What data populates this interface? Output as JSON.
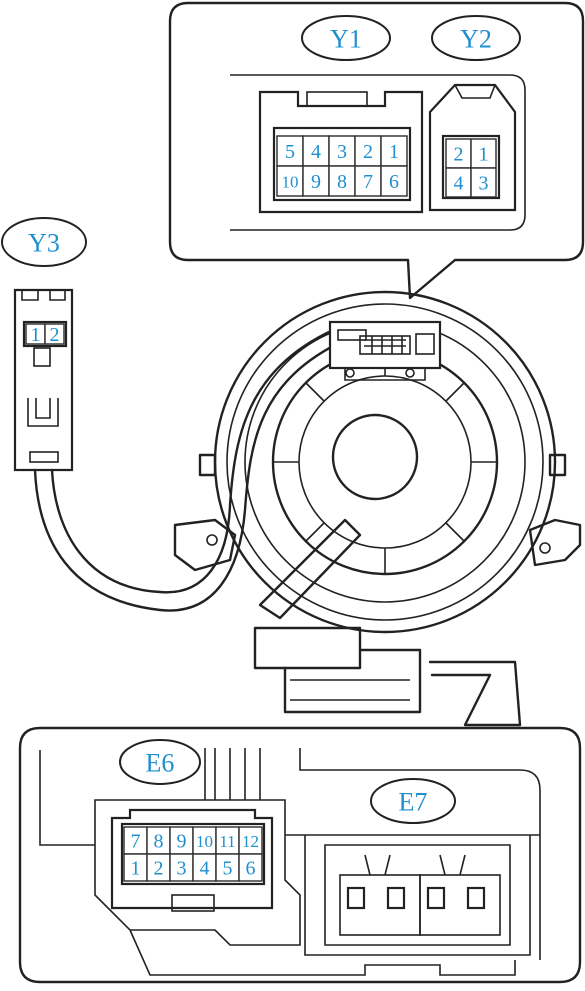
{
  "connectors": {
    "y1": {
      "label": "Y1",
      "pins_top": [
        "5",
        "4",
        "3",
        "2",
        "1"
      ],
      "pins_bottom": [
        "10",
        "9",
        "8",
        "7",
        "6"
      ]
    },
    "y2": {
      "label": "Y2",
      "pins_top": [
        "2",
        "1"
      ],
      "pins_bottom": [
        "4",
        "3"
      ]
    },
    "y3": {
      "label": "Y3",
      "pins": [
        "1",
        "2"
      ]
    },
    "e6": {
      "label": "E6",
      "pins_top": [
        "7",
        "8",
        "9",
        "10",
        "11",
        "12"
      ],
      "pins_bottom": [
        "1",
        "2",
        "3",
        "4",
        "5",
        "6"
      ]
    },
    "e7": {
      "label": "E7"
    }
  },
  "colors": {
    "pin_label": "#1f8fcf",
    "line": "#222222",
    "background": "#ffffff"
  }
}
